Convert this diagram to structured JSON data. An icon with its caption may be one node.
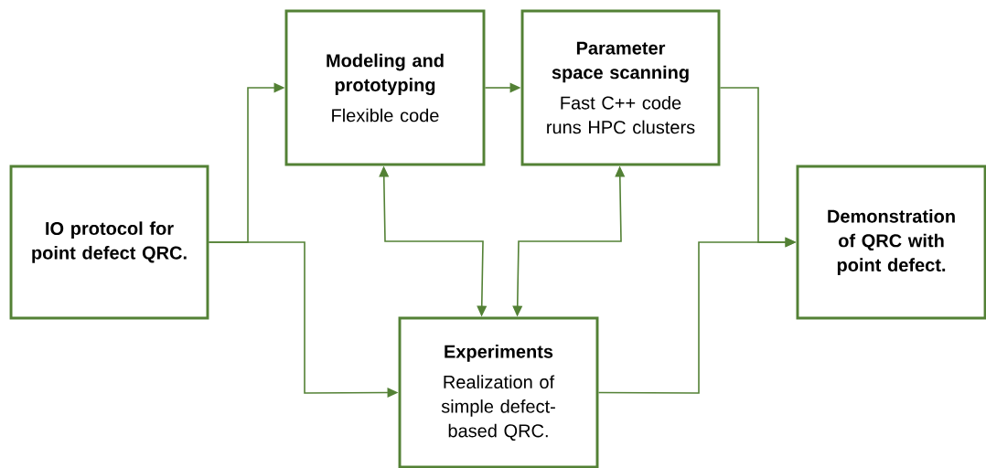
{
  "diagram": {
    "nodes": [
      {
        "text": [
          "IO protocol for point defect QRC."
        ]
      },
      {
        "text": [
          "Modeling and prototyping",
          "Flexible code"
        ]
      },
      {
        "text": [
          "Parameter space scanning",
          "Fast C++ code runs HPC clusters"
        ]
      },
      {
        "text": [
          "Demonstration of QRC with point defect."
        ]
      },
      {
        "text": [
          "Experiments",
          "Realization of simple defect-based QRC."
        ]
      }
    ],
    "edges": [
      {
        "from": 0,
        "to": 1,
        "arrow": "to"
      },
      {
        "from": 1,
        "to": 2,
        "arrow": "to"
      },
      {
        "from": 0,
        "to": 4,
        "arrow": "to"
      },
      {
        "from": 1,
        "to": 4,
        "arrow": "both"
      },
      {
        "from": 2,
        "to": 4,
        "arrow": "both"
      },
      {
        "from": 2,
        "to": 3,
        "arrow": "to"
      },
      {
        "from": 4,
        "to": 3,
        "arrow": "to"
      }
    ]
  }
}
